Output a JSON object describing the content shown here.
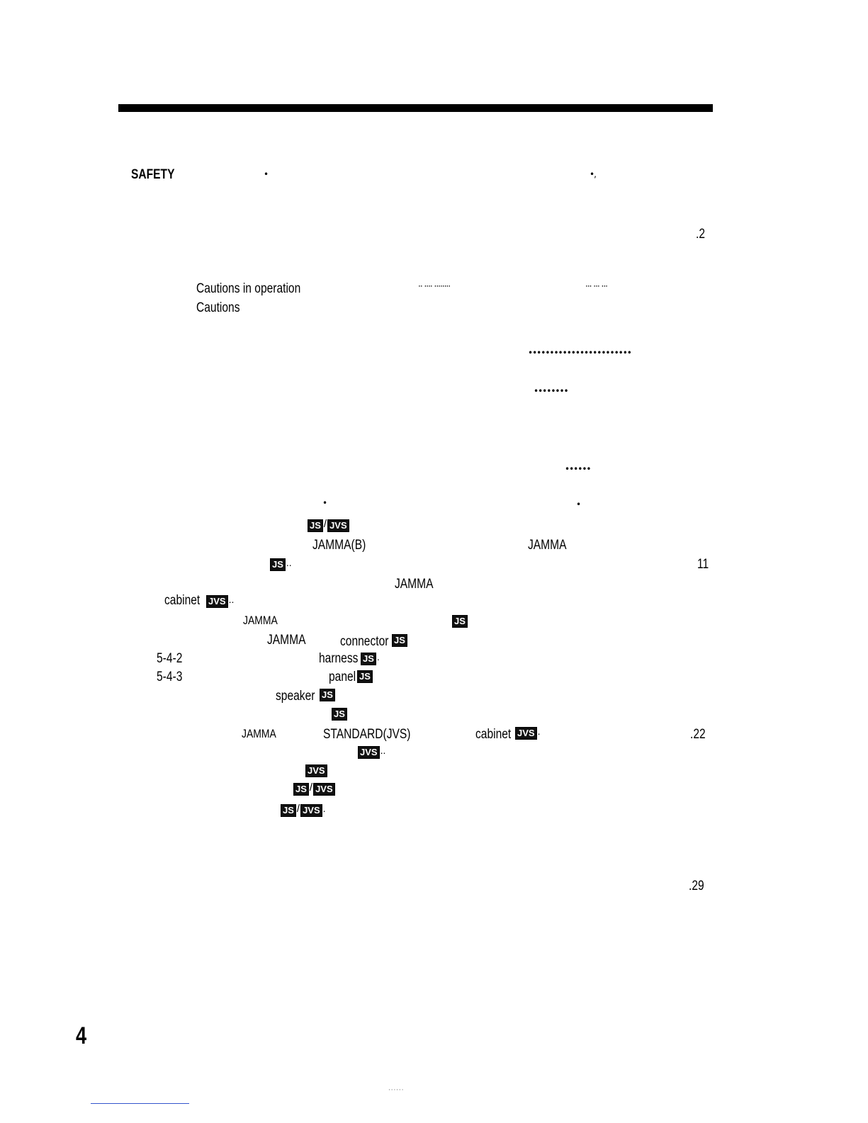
{
  "toc": {
    "safety": "SAFETY",
    "page_2": ".2",
    "cautions_in_operation": "Cautions in operation",
    "cautions": "Cautions",
    "jamma_b": "JAMMA(B)",
    "jamma": "JAMMA",
    "page_11": "11",
    "cabinet": "cabinet",
    "connector": "connector",
    "sec_5_4_2": "5-4-2",
    "harness": "harness",
    "sec_5_4_3": "5-4-3",
    "panel": "panel",
    "speaker": "speaker",
    "standard_jvs": "STANDARD(JVS)",
    "page_22": ".22",
    "page_29": ".29",
    "badge_js": "JS",
    "badge_jvs": "JVS",
    "slash": "/",
    "dotdot": "..",
    "dot": "."
  },
  "page_number": "4"
}
